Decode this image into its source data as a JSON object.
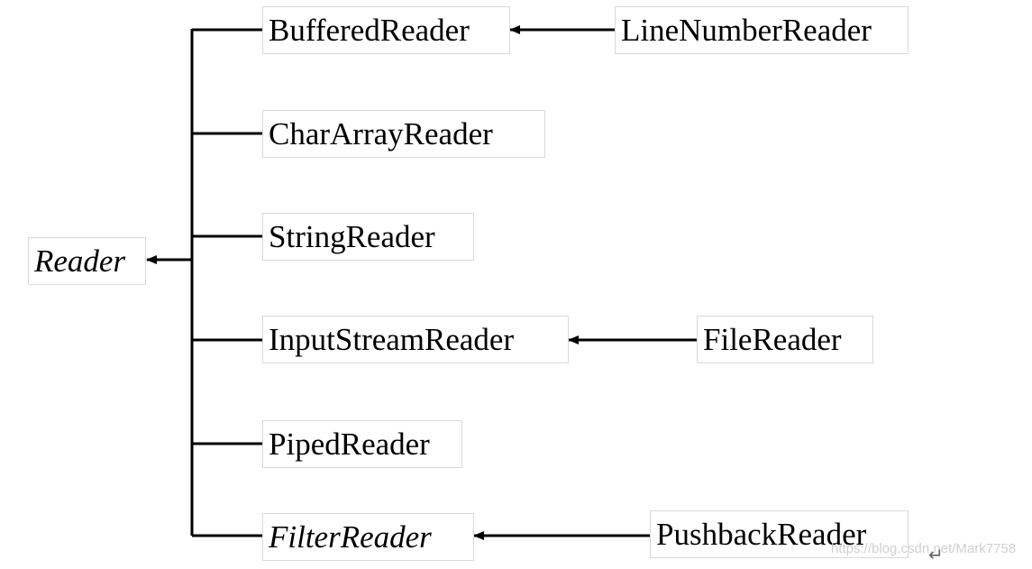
{
  "diagram": {
    "root": {
      "label": "Reader",
      "italic": true
    },
    "children": [
      {
        "label": "BufferedReader",
        "italic": false,
        "subclass": "LineNumberReader"
      },
      {
        "label": "CharArrayReader",
        "italic": false
      },
      {
        "label": "StringReader",
        "italic": false
      },
      {
        "label": "InputStreamReader",
        "italic": false,
        "subclass": "FileReader"
      },
      {
        "label": "PipedReader",
        "italic": false
      },
      {
        "label": "FilterReader",
        "italic": true,
        "subclass": "PushbackReader"
      }
    ]
  },
  "watermark": "https://blog.csdn.net/Mark7758",
  "return_mark": "↵",
  "colors": {
    "line": "#000000",
    "box_border": "#d9d9d9"
  }
}
